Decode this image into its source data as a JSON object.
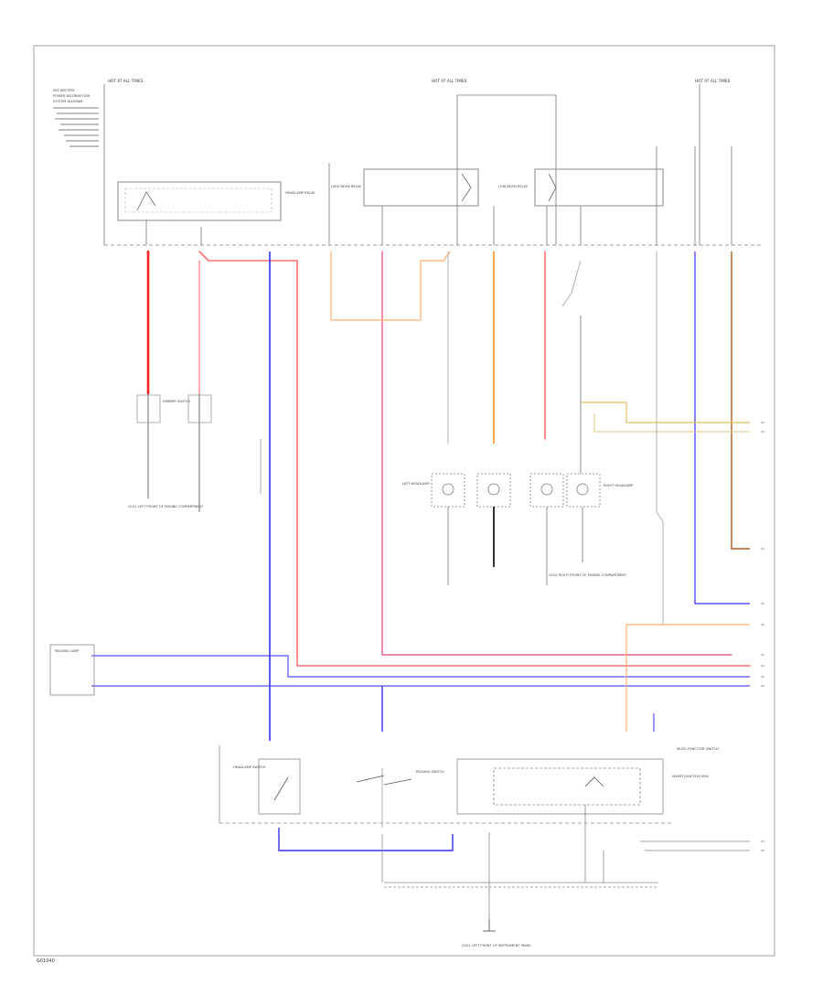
{
  "diagram": {
    "footer_code": "G01040",
    "fuse_labels": {
      "left": "HOT AT ALL TIMES",
      "center": "HOT AT ALL TIMES",
      "right": "HOT AT ALL TIMES"
    },
    "left_notes": [
      "SEE BATTERY",
      "POWER DISTRIBUTION",
      "SYSTEM DIAGRAM"
    ],
    "components": {
      "relay_left": "HEADLAMP RELAY",
      "relay_mid": "HIGH BEAM RELAY",
      "relay_right": "LOW BEAM RELAY",
      "headlamp_1": "LEFT HEADLAMP",
      "headlamp_2": "RIGHT HEADLAMP",
      "switch_left": "DIMMER SWITCH",
      "switch_mid": "HEADLAMP SWITCH",
      "switch_right": "PASSING SWITCH",
      "multi_switch": "MULTI-FUNCTION SWITCH",
      "ground_left": "G101 LEFT FRONT OF ENGINE COMPARTMENT",
      "ground_mid": "G102 RIGHT FRONT OF ENGINE COMPARTMENT",
      "ground_bottom": "G201 LEFT FRONT OF INSTRUMENT PANEL",
      "smart_junction": "SMART JUNCTION BOX",
      "pass_lamp": "PASSING LAMP"
    },
    "wire_colors": {
      "red": "#ff2020",
      "pink": "#ff6f6f",
      "blue": "#3030ff",
      "orange": "#ff9a2e",
      "lightorange": "#ffb070",
      "brown": "#b05a20",
      "yellow": "#e0c060",
      "gray": "#999999",
      "black": "#444444"
    }
  }
}
